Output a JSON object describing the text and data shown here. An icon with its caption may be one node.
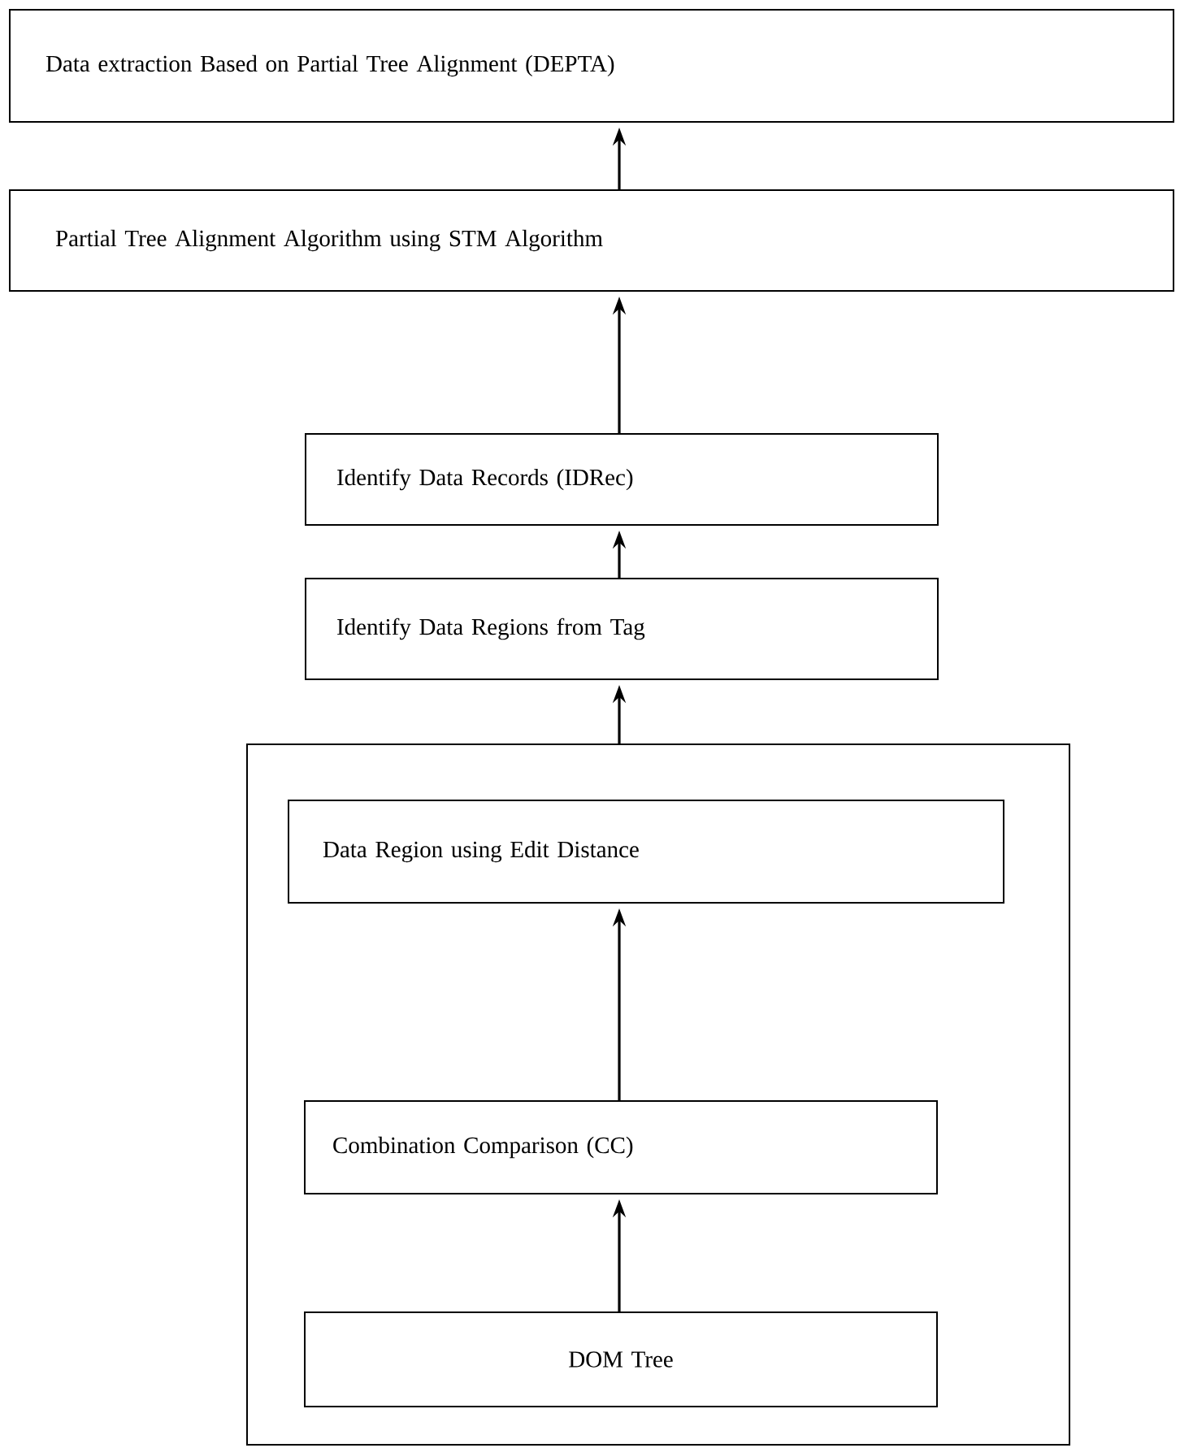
{
  "diagram": {
    "nodes": [
      {
        "text": [
          "Data extraction Based on Partial Tree Alignment (DEPTA)"
        ]
      },
      {
        "text": [
          "Partial Tree Alignment Algorithm using STM Algorithm"
        ]
      },
      {
        "text": [
          "Identify Data Records (IDRec)"
        ]
      },
      {
        "text": [
          "Identify Data Regions from Tag"
        ]
      },
      {
        "text": [],
        "shape": "box"
      },
      {
        "text": [
          "Data Region using Edit Distance"
        ],
        "in": 4
      },
      {
        "text": [
          "Combination Comparison (CC)"
        ],
        "in": 4
      },
      {
        "text": [
          "DOM Tree"
        ],
        "in": 4
      }
    ],
    "edges": [
      {
        "from": 1,
        "to": 0,
        "arrow": "to"
      },
      {
        "from": 2,
        "to": 1,
        "arrow": "to"
      },
      {
        "from": 3,
        "to": 2,
        "arrow": "to"
      },
      {
        "from": 4,
        "to": 3,
        "arrow": "to"
      },
      {
        "from": 6,
        "to": 5,
        "arrow": "to"
      },
      {
        "from": 7,
        "to": 6,
        "arrow": "to"
      }
    ]
  }
}
